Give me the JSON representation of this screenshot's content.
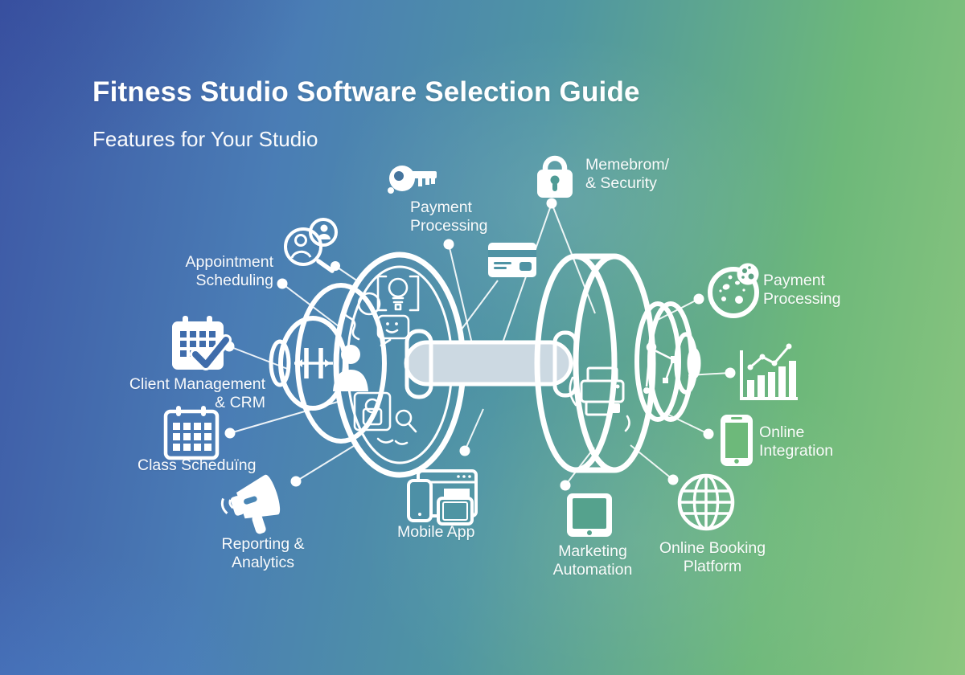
{
  "header": {
    "title_line1": "Fitness Studio Software",
    "title_line2": "Selection Guide",
    "subtitle": "Features for Your Studio"
  },
  "labels": {
    "payment_top": {
      "line1": "Payment",
      "line2": "Processing"
    },
    "membership": {
      "line1": "Memebrom/",
      "line2": "& Security"
    },
    "appointment": {
      "line1": "Appointment",
      "line2": "Scheduling"
    },
    "client": {
      "line1": "Client Management",
      "line2": "& CRM"
    },
    "class_scheduling": {
      "line1": "Class Scheduïng"
    },
    "reporting": {
      "line1": "Reporting &",
      "line2": "Analytics"
    },
    "mobile_app": {
      "line1": "Mobile App"
    },
    "marketing": {
      "line1": "Marketing",
      "line2": "Automation"
    },
    "online_booking": {
      "line1": "Online Booking",
      "line2": "Platform"
    },
    "payment_right": {
      "line1": "Payment",
      "line2": "Processing"
    },
    "online_integration": {
      "line1": "Online",
      "line2": "Integration"
    }
  },
  "icons": [
    "key-icon",
    "lock-icon",
    "credit-card-icon",
    "people-search-icon",
    "calendar-check-icon",
    "calendar-grid-icon",
    "megaphone-icon",
    "devices-icon",
    "tablet-icon",
    "globe-icon",
    "coins-icon",
    "bar-chart-icon",
    "smartphone-icon",
    "dumbbell-illustration"
  ],
  "colors": {
    "bg_blue": "#3d57a5",
    "bg_teal": "#4f95a3",
    "bg_green": "#8cc67f",
    "line_art": "#ffffff",
    "handle_fill": "#ccd9e2",
    "calendar_accent": "#3f6cab"
  }
}
